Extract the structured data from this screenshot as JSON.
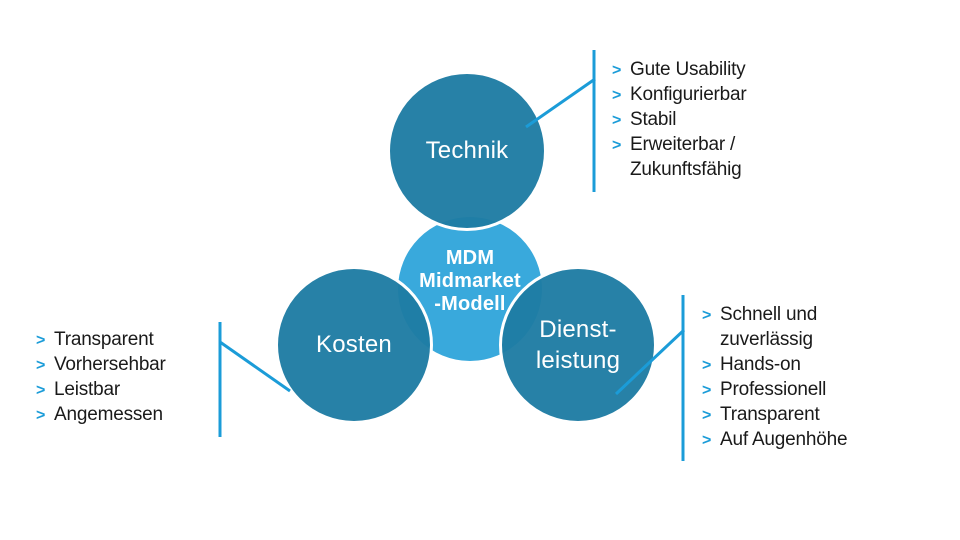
{
  "colors": {
    "circle_dark": "#2a80a5",
    "circle_light": "#39a9dc",
    "accent": "#1b9cd8",
    "text": "#1a1a1a"
  },
  "circles": {
    "technik": {
      "label": "Technik"
    },
    "kosten": {
      "label": "Kosten"
    },
    "dienstleistung": {
      "line1": "Dienst-",
      "line2": "leistung"
    },
    "center": {
      "line1": "MDM",
      "line2": "Midmarket",
      "line3": "-Modell"
    }
  },
  "lists": {
    "technik": [
      {
        "chev": ">",
        "text": "Gute Usability"
      },
      {
        "chev": ">",
        "text": "Konfigurierbar"
      },
      {
        "chev": ">",
        "text": "Stabil"
      },
      {
        "chev": ">",
        "text": "Erweiterbar /"
      },
      {
        "chev": "",
        "text": "Zukunftsfähig"
      }
    ],
    "kosten": [
      {
        "chev": ">",
        "text": "Transparent"
      },
      {
        "chev": ">",
        "text": "Vorhersehbar"
      },
      {
        "chev": ">",
        "text": "Leistbar"
      },
      {
        "chev": ">",
        "text": "Angemessen"
      }
    ],
    "dienstleistung": [
      {
        "chev": ">",
        "text": "Schnell und"
      },
      {
        "chev": "",
        "text": "zuverlässig"
      },
      {
        "chev": ">",
        "text": "Hands-on"
      },
      {
        "chev": ">",
        "text": "Professionell"
      },
      {
        "chev": ">",
        "text": "Transparent"
      },
      {
        "chev": ">",
        "text": "Auf Augenhöhe"
      }
    ]
  }
}
